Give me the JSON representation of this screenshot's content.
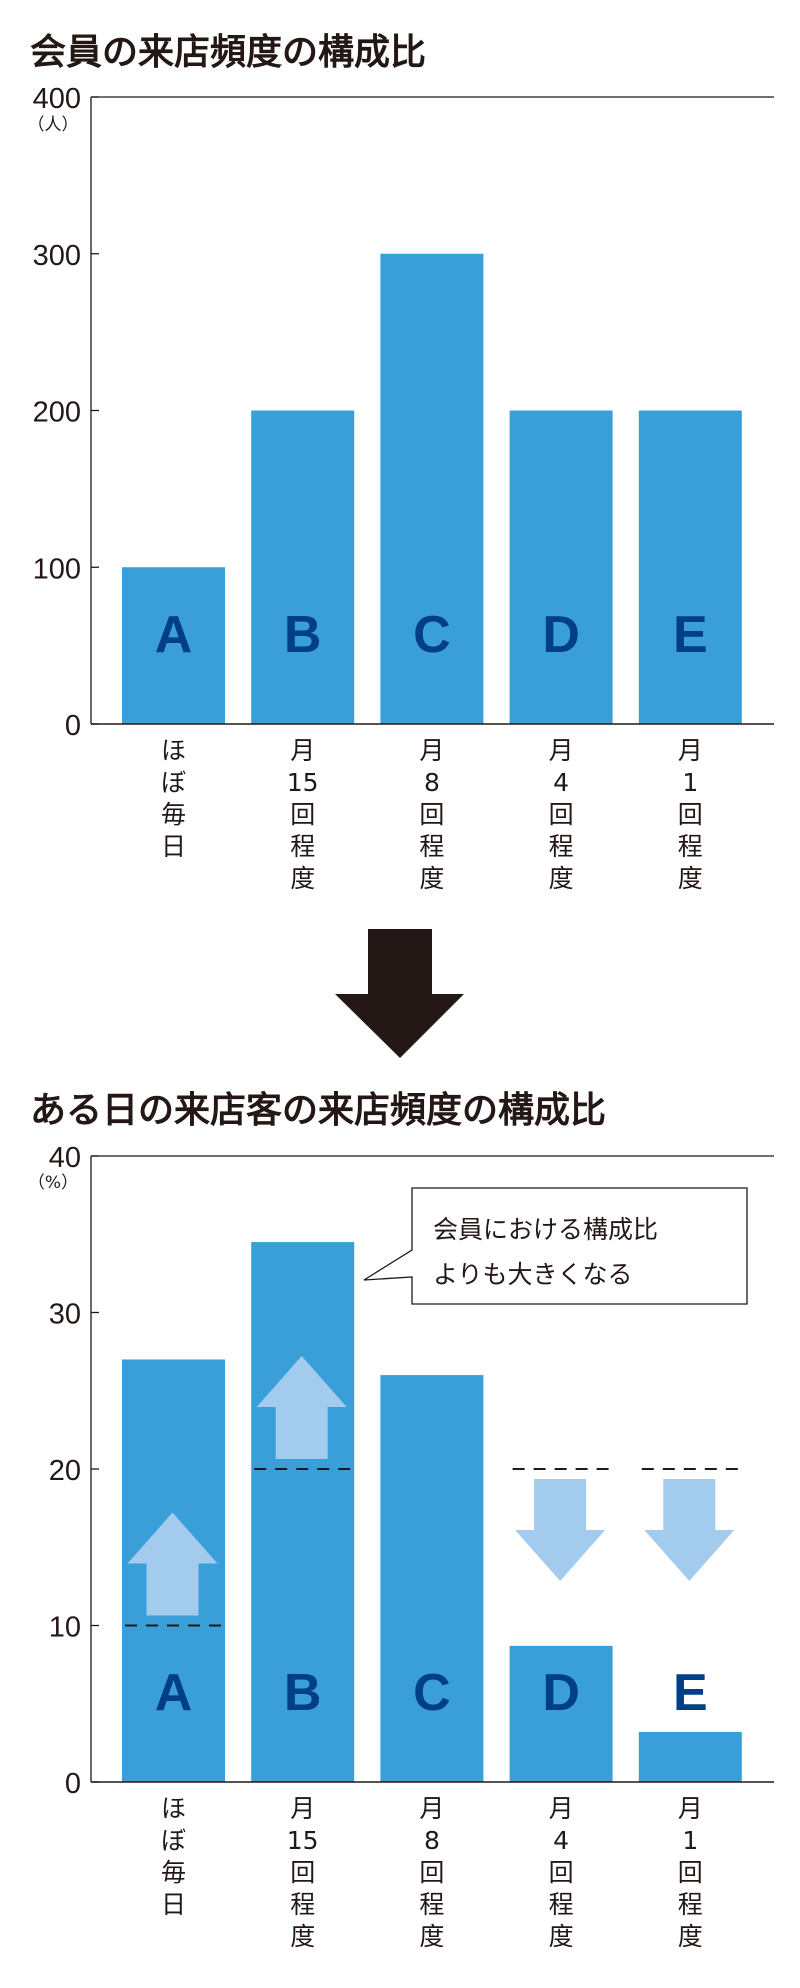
{
  "colors": {
    "bar": "#3a9fd9",
    "letter": "#003f87",
    "arrow": "#a3cbee",
    "ink": "#231815"
  },
  "chart_data": [
    {
      "type": "bar",
      "title": "会員の来店頻度の構成比",
      "unit": "（人）",
      "ylim": [
        0,
        400
      ],
      "yticks": [
        "0",
        "100",
        "200",
        "300",
        "400"
      ],
      "categories": [
        "ほぼ毎日",
        "月15回程度",
        "月8回程度",
        "月4回程度",
        "月1回程度"
      ],
      "category_lines": [
        [
          "ほ",
          "ぼ",
          "毎",
          "日"
        ],
        [
          "月",
          "15",
          "回",
          "程",
          "度"
        ],
        [
          "月",
          "8",
          "回",
          "程",
          "度"
        ],
        [
          "月",
          "4",
          "回",
          "程",
          "度"
        ],
        [
          "月",
          "1",
          "回",
          "程",
          "度"
        ]
      ],
      "bar_labels": [
        "A",
        "B",
        "C",
        "D",
        "E"
      ],
      "values": [
        100,
        200,
        300,
        200,
        200
      ]
    },
    {
      "type": "bar",
      "title": "ある日の来店客の来店頻度の構成比",
      "unit": "（%）",
      "ylim": [
        0,
        40
      ],
      "yticks": [
        "0",
        "10",
        "20",
        "30",
        "40"
      ],
      "categories": [
        "ほぼ毎日",
        "月15回程度",
        "月8回程度",
        "月4回程度",
        "月1回程度"
      ],
      "category_lines": [
        [
          "ほ",
          "ぼ",
          "毎",
          "日"
        ],
        [
          "月",
          "15",
          "回",
          "程",
          "度"
        ],
        [
          "月",
          "8",
          "回",
          "程",
          "度"
        ],
        [
          "月",
          "4",
          "回",
          "程",
          "度"
        ],
        [
          "月",
          "1",
          "回",
          "程",
          "度"
        ]
      ],
      "bar_labels": [
        "A",
        "B",
        "C",
        "D",
        "E"
      ],
      "values": [
        27,
        34.5,
        26,
        8.7,
        3.2
      ],
      "member_share_reference": [
        10,
        20,
        null,
        20,
        20
      ],
      "change_direction": [
        "up",
        "up",
        null,
        "down",
        "down"
      ],
      "annotation": [
        "会員における構成比",
        "よりも大きくなる"
      ]
    }
  ],
  "transition_icon": "down-arrow-icon"
}
